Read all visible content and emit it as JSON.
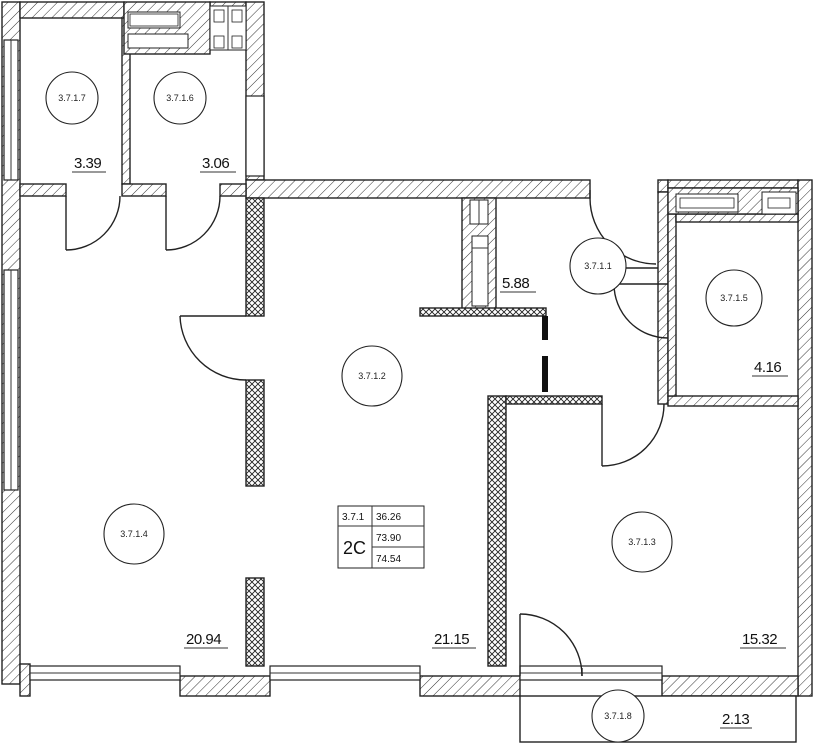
{
  "rooms": [
    {
      "id": "3.7.1.7",
      "area": "3.39"
    },
    {
      "id": "3.7.1.6",
      "area": "3.06"
    },
    {
      "id": "3.7.1.4",
      "area": "20.94"
    },
    {
      "id": "3.7.1.2",
      "area": "21.15"
    },
    {
      "id": "3.7.1.1",
      "area": "5.88"
    },
    {
      "id": "3.7.1.5",
      "area": "4.16"
    },
    {
      "id": "3.7.1.3",
      "area": "15.32"
    },
    {
      "id": "3.7.1.8",
      "area": "2.13"
    }
  ],
  "apartment": {
    "id": "3.7.1",
    "type": "2C",
    "living_area": "36.26",
    "total_area": "73.90",
    "total_area_with_balcony": "74.54"
  }
}
